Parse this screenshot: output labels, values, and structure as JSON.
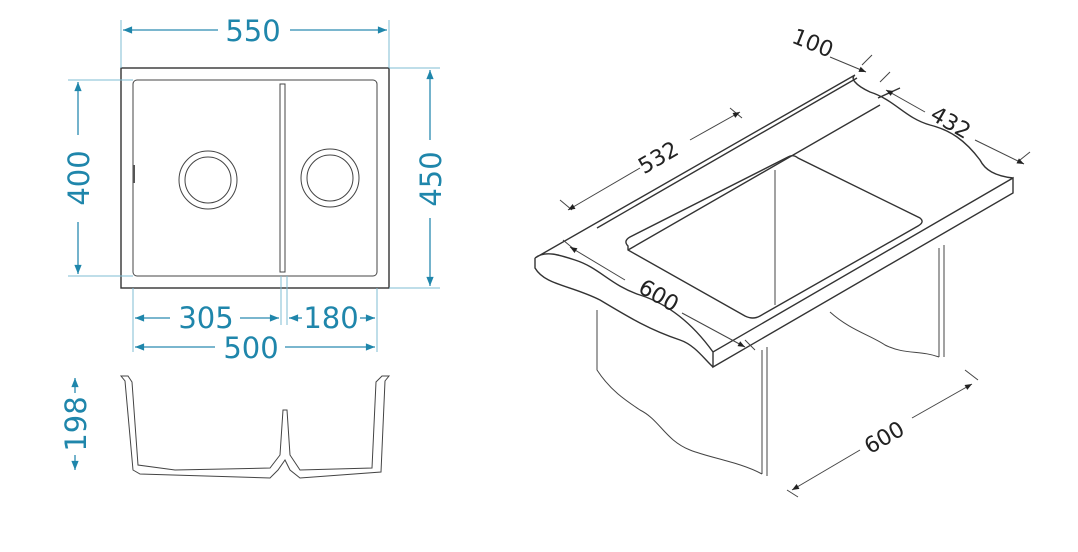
{
  "top_view": {
    "overall_width": "550",
    "overall_depth": "450",
    "bowl_depth": "400",
    "left_bowl_width": "305",
    "right_bowl_width": "180",
    "bowls_total_width": "500"
  },
  "section_view": {
    "height": "198"
  },
  "installation_view": {
    "front_back_offset": "100",
    "cabinet_depth_cut": "432",
    "cutout_length": "532",
    "counter_depth": "600",
    "cabinet_width": "600"
  },
  "colors": {
    "dimension": "#1f86ab",
    "line": "#333333"
  }
}
